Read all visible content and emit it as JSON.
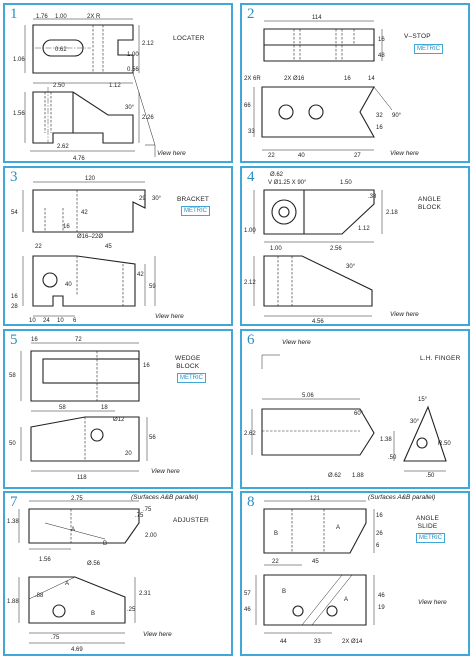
{
  "panels": [
    {
      "number": "1",
      "title_lines": [
        "LOCATER"
      ],
      "metric": "",
      "note": "View here",
      "header": "",
      "dims": [
        "2X R",
        "1.76",
        "1.00",
        "0.62",
        "2.12",
        "1.06",
        "1.00",
        "0.56",
        "2.50",
        "1.12",
        "1.56",
        "30°",
        "2.26",
        "2.62",
        "4.76"
      ]
    },
    {
      "number": "2",
      "title_lines": [
        "V–STOP"
      ],
      "metric": "METRIC",
      "note": "View here",
      "header": "",
      "dims": [
        "114",
        "16",
        "48",
        "2X 6R",
        "2X Ø16",
        "16",
        "14",
        "66",
        "32",
        "16",
        "33",
        "90°",
        "22",
        "40",
        "27"
      ]
    },
    {
      "number": "3",
      "title_lines": [
        "BRACKET"
      ],
      "metric": "METRIC",
      "note": "View here",
      "header": "",
      "dims": [
        "120",
        "29",
        "30°",
        "54",
        "42",
        "16",
        "Ø16–22Ø",
        "22",
        "45",
        "40",
        "42",
        "59",
        "16",
        "28",
        "10",
        "24",
        "10",
        "6"
      ]
    },
    {
      "number": "4",
      "title_lines": [
        "ANGLE",
        "BLOCK"
      ],
      "metric": "",
      "note": "View here",
      "header": "",
      "dims": [
        "Ø.62",
        "V Ø1.25 X 90°",
        "1.50",
        ".38",
        "2.18",
        "1.00",
        "1.12",
        "1.00",
        "2.56",
        "30°",
        "2.12",
        "4.56"
      ]
    },
    {
      "number": "5",
      "title_lines": [
        "WEDGE",
        "BLOCK"
      ],
      "metric": "METRIC",
      "note": "View here",
      "header": "",
      "dims": [
        "16",
        "72",
        "58",
        "16",
        "58",
        "18",
        "Ø12",
        "50",
        "56",
        "20",
        "118"
      ]
    },
    {
      "number": "6",
      "title_lines": [
        "L.H. FINGER"
      ],
      "metric": "",
      "note": "View here",
      "header": "",
      "dims": [
        "5.06",
        "60°",
        "15°",
        "30°",
        "2.62",
        "1.38",
        ".50",
        "R.50",
        ".50",
        "Ø.62",
        "1.88"
      ]
    },
    {
      "number": "7",
      "title_lines": [
        "ADJUSTER"
      ],
      "metric": "",
      "note": "View here",
      "header": "(Surfaces A&B parallel)",
      "dims": [
        "2.75",
        ".75",
        "1.38",
        "A",
        ".75",
        "2.00",
        "B",
        "1.56",
        "Ø.56",
        "A",
        "1.88",
        ".88",
        "2.31",
        "B",
        ".25",
        ".75",
        "4.69"
      ]
    },
    {
      "number": "8",
      "title_lines": [
        "ANGLE",
        "SLIDE"
      ],
      "metric": "METRIC",
      "note": "View here",
      "header": "(Surfaces A&B parallel)",
      "dims": [
        "121",
        "16",
        "A",
        "26",
        "B",
        "6",
        "22",
        "45",
        "A",
        "57",
        "46",
        "46",
        "19",
        "B",
        "44",
        "33",
        "2X Ø14"
      ]
    }
  ]
}
